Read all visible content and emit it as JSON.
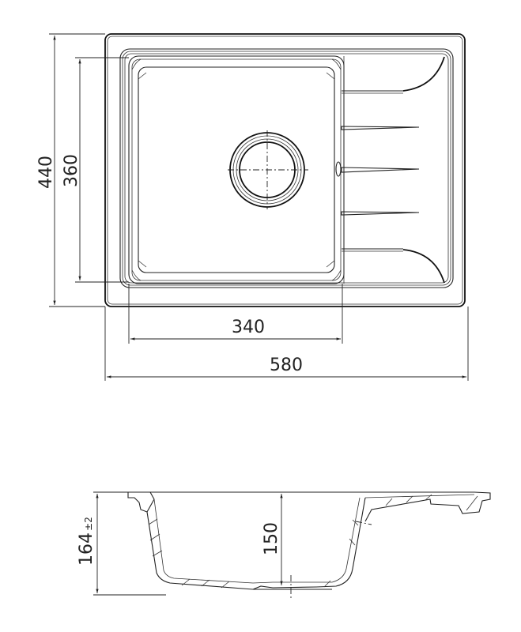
{
  "drawing": {
    "top_view": {
      "overall_width": "580",
      "overall_depth": "440",
      "bowl_width": "340",
      "bowl_depth": "360"
    },
    "section_view": {
      "overall_height": "164",
      "overall_height_tolerance": "±2",
      "bowl_depth": "150"
    },
    "line_color": "#222222",
    "background": "#ffffff"
  }
}
